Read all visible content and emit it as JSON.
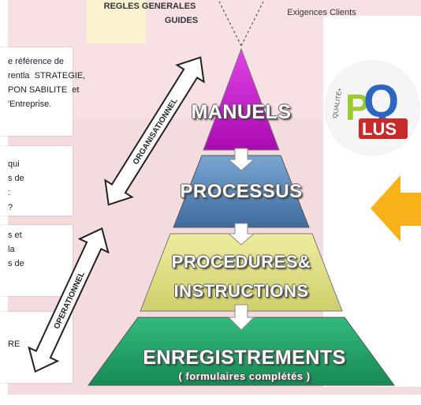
{
  "top": {
    "left_label_line1": "REGLES GENERALES",
    "left_label_line2": "GUIDES",
    "right_label": "Exigences Clients"
  },
  "left_text": {
    "block1": [
      "e référence de",
      "rentla  STRATEGIE,",
      "PON SABILITE  et",
      "'Entreprise."
    ],
    "block2": [
      "qui",
      "s de",
      ":",
      "?"
    ],
    "block3": [
      "s et",
      "la",
      "s de"
    ],
    "block4": [
      "RE"
    ]
  },
  "arrows": {
    "upper": "ORGANISATIONNEL",
    "lower": "OPERATIONNEL"
  },
  "pyramid": {
    "levels": [
      {
        "label": "MANUELS",
        "color": "#c81bd1"
      },
      {
        "label": "PROCESSUS",
        "color": "#5a85b5"
      },
      {
        "label": "PROCEDURES&",
        "label2": "INSTRUCTIONS",
        "color": "#dedd8a"
      },
      {
        "label": "ENREGISTREMENTS",
        "sublabel": "( formulaires complétés )",
        "color": "#22a46a"
      }
    ]
  },
  "logo": {
    "letters": "PQ",
    "plus": "LUS",
    "arc_text": "QUALITÉ+"
  },
  "colors": {
    "pointer_arrow": "#f7b21b",
    "background": "#f4dbde"
  }
}
